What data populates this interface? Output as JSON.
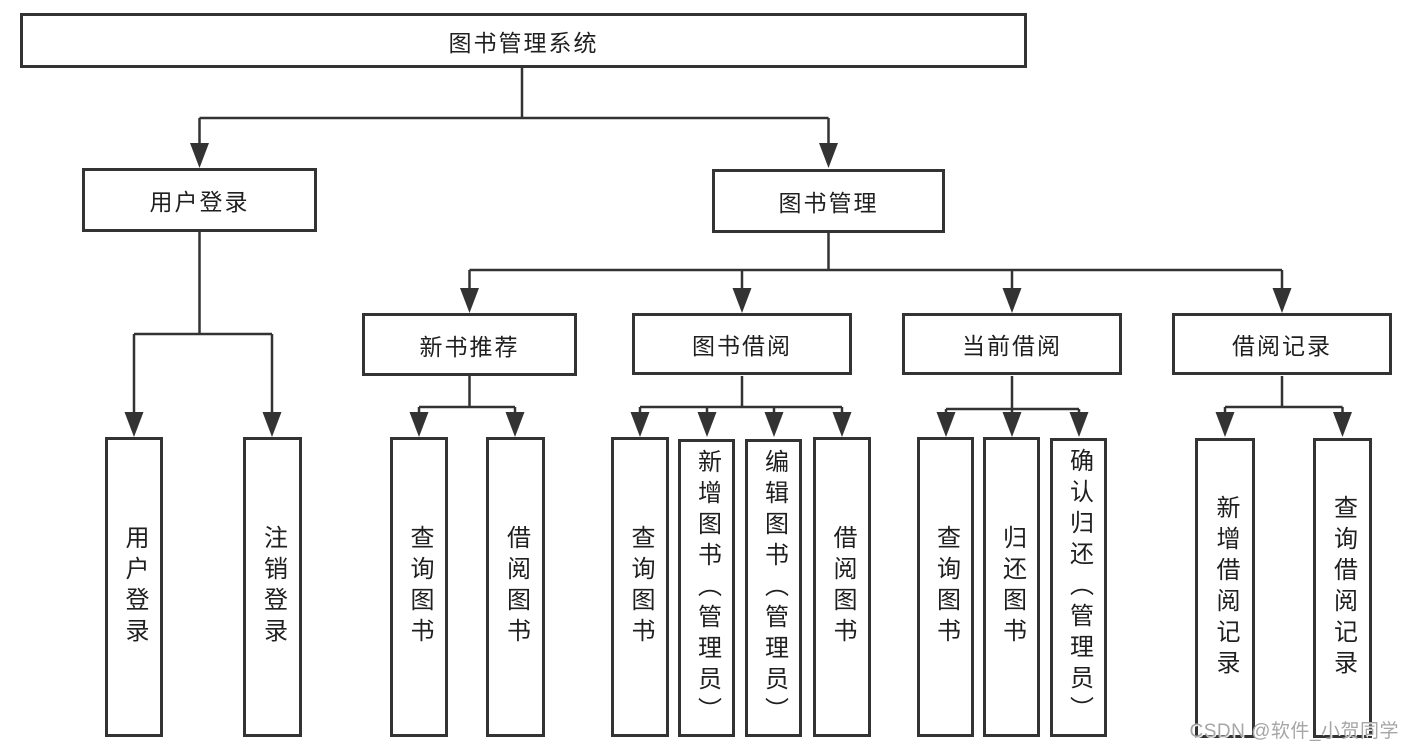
{
  "diagram": {
    "type": "tree-structure-chart",
    "colors": {
      "line": "#333333",
      "box_border": "#333333",
      "box_fill": "#ffffff",
      "text": "#1f1f1f",
      "watermark_text_color": "#a6a6a6"
    },
    "watermark": "CSDN @软件_小贺同学",
    "nodes": {
      "root": {
        "label": "图书管理系统"
      },
      "user_login": {
        "label": "用户登录"
      },
      "book_mgmt": {
        "label": "图书管理"
      },
      "new_book_rec": {
        "label": "新书推荐"
      },
      "book_borrow": {
        "label": "图书借阅"
      },
      "current_borrow": {
        "label": "当前借阅"
      },
      "borrow_records": {
        "label": "借阅记录"
      },
      "leaf_user_login": {
        "label": "用户登录"
      },
      "leaf_logout": {
        "label": "注销登录"
      },
      "rec_query_book": {
        "label": "查询图书"
      },
      "rec_borrow_book": {
        "label": "借阅图书"
      },
      "bb_query_book": {
        "label": "查询图书"
      },
      "bb_add_book": {
        "label": "新增图书（管理员）"
      },
      "bb_edit_book": {
        "label": "编辑图书（管理员）"
      },
      "bb_borrow_book": {
        "label": "借阅图书"
      },
      "cb_query_book": {
        "label": "查询图书"
      },
      "cb_return_book": {
        "label": "归还图书"
      },
      "cb_confirm_return": {
        "label": "确认归还（管理员）"
      },
      "br_add_record": {
        "label": "新增借阅记录"
      },
      "br_query_record": {
        "label": "查询借阅记录"
      }
    }
  }
}
